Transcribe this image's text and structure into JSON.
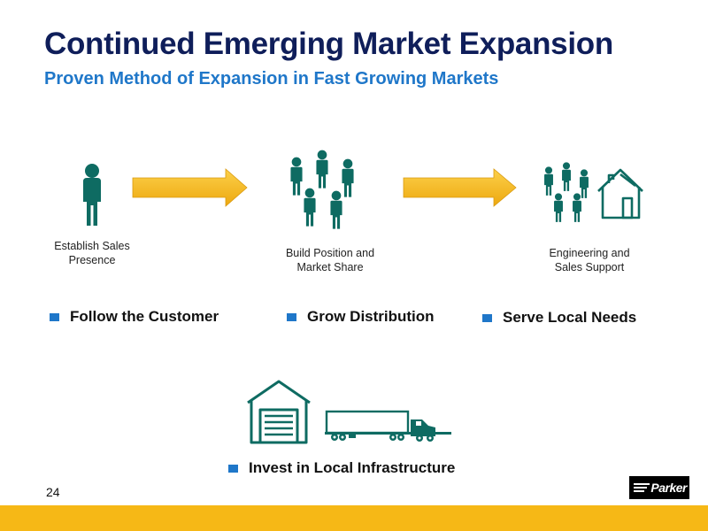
{
  "slide": {
    "title": "Continued Emerging Market Expansion",
    "subtitle": "Proven Method of Expansion in Fast Growing Markets",
    "page_number": "24"
  },
  "stages": [
    {
      "caption": "Establish Sales Presence",
      "bullet": "Follow the Customer"
    },
    {
      "caption": "Build Position and Market Share",
      "bullet": "Grow Distribution"
    },
    {
      "caption": "Engineering and Sales Support",
      "bullet": "Serve Local Needs"
    }
  ],
  "infrastructure": {
    "bullet": "Invest in Local Infrastructure"
  },
  "logo": {
    "text": "Parker"
  },
  "colors": {
    "title": "#0f1e5a",
    "subtitle": "#1f77c9",
    "icon_teal": "#0e6b62",
    "arrow": "#f6b816",
    "bullet": "#1f77c9",
    "footer_bar": "#f6b816"
  },
  "icons": [
    "person-icon",
    "arrow-right-icon",
    "group-icon",
    "team-house-icon",
    "warehouse-icon",
    "truck-icon"
  ]
}
